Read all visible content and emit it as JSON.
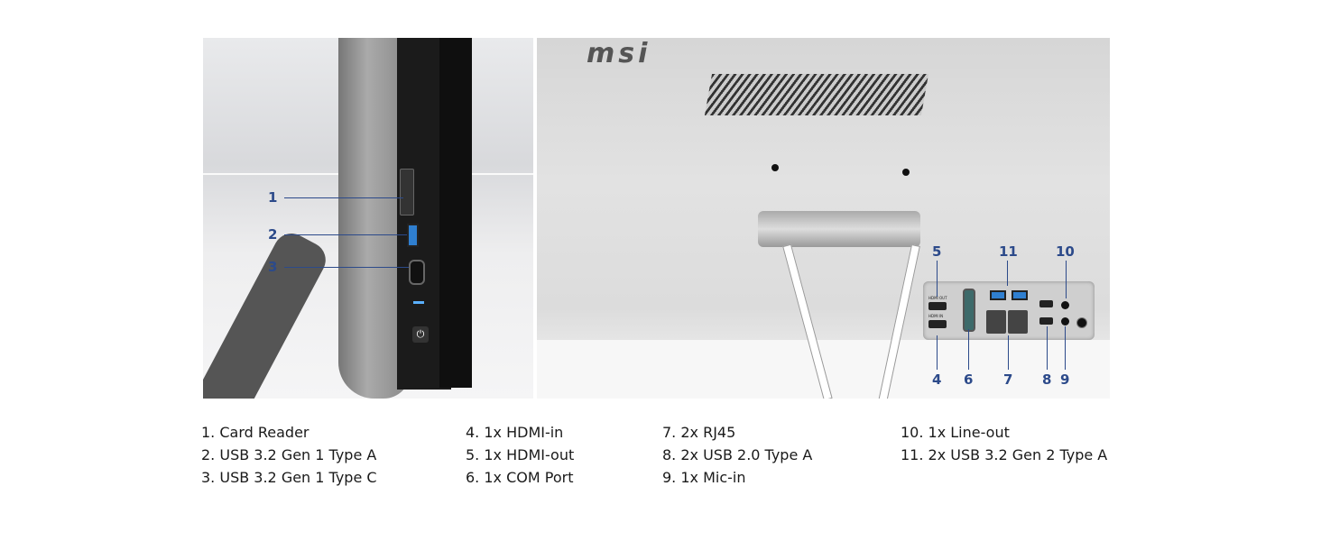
{
  "brand_logo": "MSI",
  "callouts": [
    "1",
    "2",
    "3",
    "4",
    "5",
    "6",
    "7",
    "8",
    "9",
    "10",
    "11"
  ],
  "legend": {
    "col1": [
      "1. Card Reader",
      "2. USB 3.2 Gen 1 Type A",
      "3. USB 3.2 Gen 1 Type C"
    ],
    "col2": [
      "4. 1x HDMI-in",
      "5. 1x HDMI-out",
      "6. 1x COM Port"
    ],
    "col3": [
      "7. 2x RJ45",
      "8. 2x USB 2.0 Type A",
      "9. 1x Mic-in"
    ],
    "col4": [
      "10. 1x Line-out",
      "11. 2x USB 3.2 Gen 2 Type A"
    ]
  },
  "panel_labels": {
    "hdmi_out": "HDMI OUT",
    "hdmi_in": "HDMI IN"
  },
  "colors": {
    "callout": "#2c4a8a",
    "usb3": "#2f7fd0"
  }
}
